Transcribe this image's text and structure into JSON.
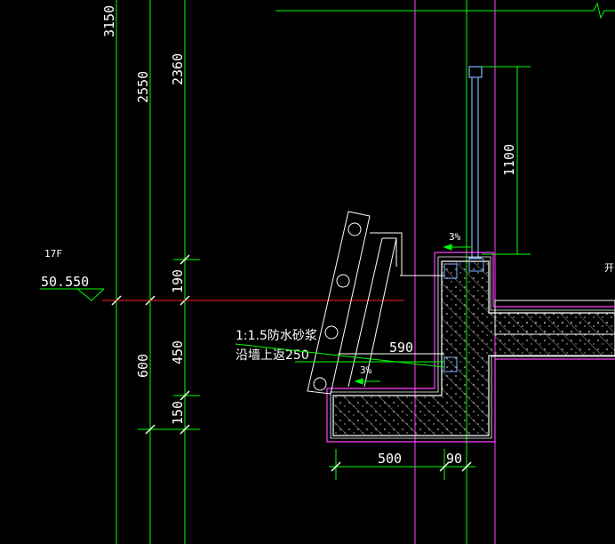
{
  "vertical_dims": {
    "d3150": "3150",
    "d2550": "2550",
    "d2360": "2360",
    "d190": "190",
    "d450": "450",
    "d150": "150",
    "d600": "600",
    "d1100": "1100"
  },
  "level": {
    "floor": "17F",
    "elevation": "50.550"
  },
  "horizontal_dims": {
    "d590": "590",
    "d500": "500",
    "d90": "90"
  },
  "slopes": {
    "upper": "3%",
    "lower": "3%"
  },
  "notes": {
    "line1": "1:1.5防水砂浆",
    "line2": "沿墙上返250"
  },
  "edge_label": "开",
  "colors": {
    "background": "#000000",
    "dim_lines": "#00ff00",
    "magenta": "#ff40ff",
    "red": "#ff2020",
    "structure": "#ffffff",
    "railing": "#7fb3ff"
  }
}
